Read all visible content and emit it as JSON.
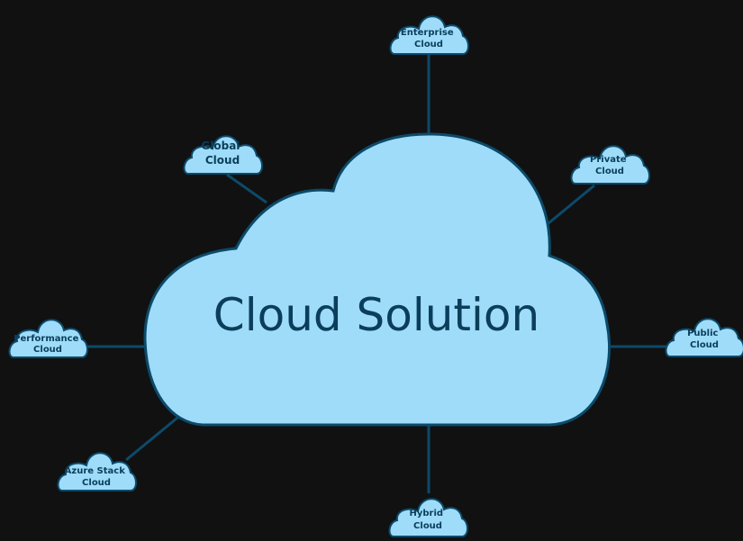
{
  "diagram": {
    "center": {
      "label": "Cloud Solution"
    },
    "nodes": {
      "enterprise": {
        "line1": "Enterprise",
        "line2": "Cloud"
      },
      "global": {
        "line1": "Global",
        "line2": "Cloud"
      },
      "private": {
        "line1": "Private",
        "line2": "Cloud"
      },
      "performance": {
        "line1": "Performance",
        "line2": "Cloud"
      },
      "public": {
        "line1": "Public",
        "line2": "Cloud"
      },
      "azure": {
        "line1": "Azure Stack",
        "line2": "Cloud"
      },
      "hybrid": {
        "line1": "Hybrid",
        "line2": "Cloud"
      }
    }
  },
  "colors": {
    "background": "#111111",
    "cloud_fill": "#9edcfa",
    "outline": "#0c4a6a",
    "text": "#0b3e5a"
  }
}
